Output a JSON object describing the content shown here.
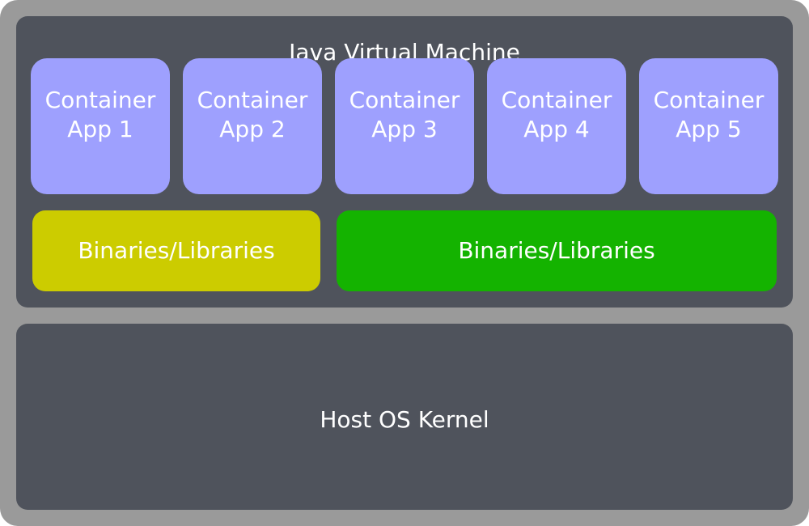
{
  "colors": {
    "frame": "#9a9a9a",
    "panel": "#4f535c",
    "app": "#9ea0fe",
    "lib_yellow": "#cccc00",
    "lib_green": "#14b300",
    "text": "#ffffff"
  },
  "jvm": {
    "title": "Java Virtual Machine",
    "apps": [
      {
        "label": "Container\nApp 1"
      },
      {
        "label": "Container\nApp 2"
      },
      {
        "label": "Container\nApp 3"
      },
      {
        "label": "Container\nApp 4"
      },
      {
        "label": "Container\nApp 5"
      }
    ],
    "libraries": [
      {
        "label": "Binaries/Libraries"
      },
      {
        "label": "Binaries/Libraries"
      }
    ]
  },
  "kernel": {
    "label": "Host OS Kernel"
  }
}
